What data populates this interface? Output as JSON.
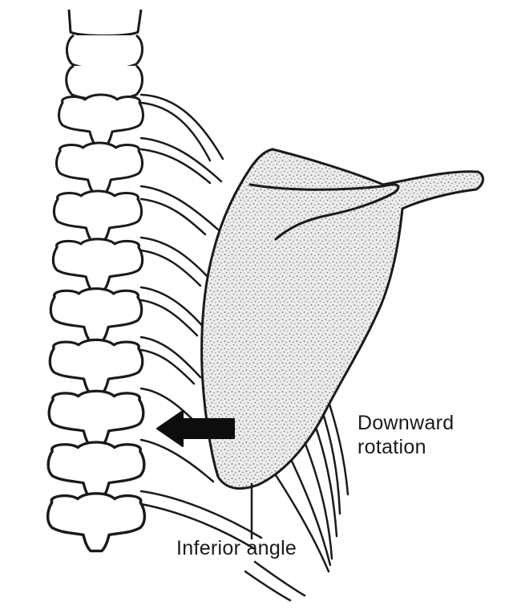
{
  "labels": {
    "rotation_line1": "Downward",
    "rotation_line2": "rotation",
    "inferior_angle": "Inferior angle"
  },
  "colors": {
    "ink": "#1a1a1a",
    "scapula_fill": "#eaeaea",
    "stipple": "#6b6b6b",
    "background": "#ffffff"
  },
  "icons": {
    "arrow": "left-arrow-icon"
  }
}
